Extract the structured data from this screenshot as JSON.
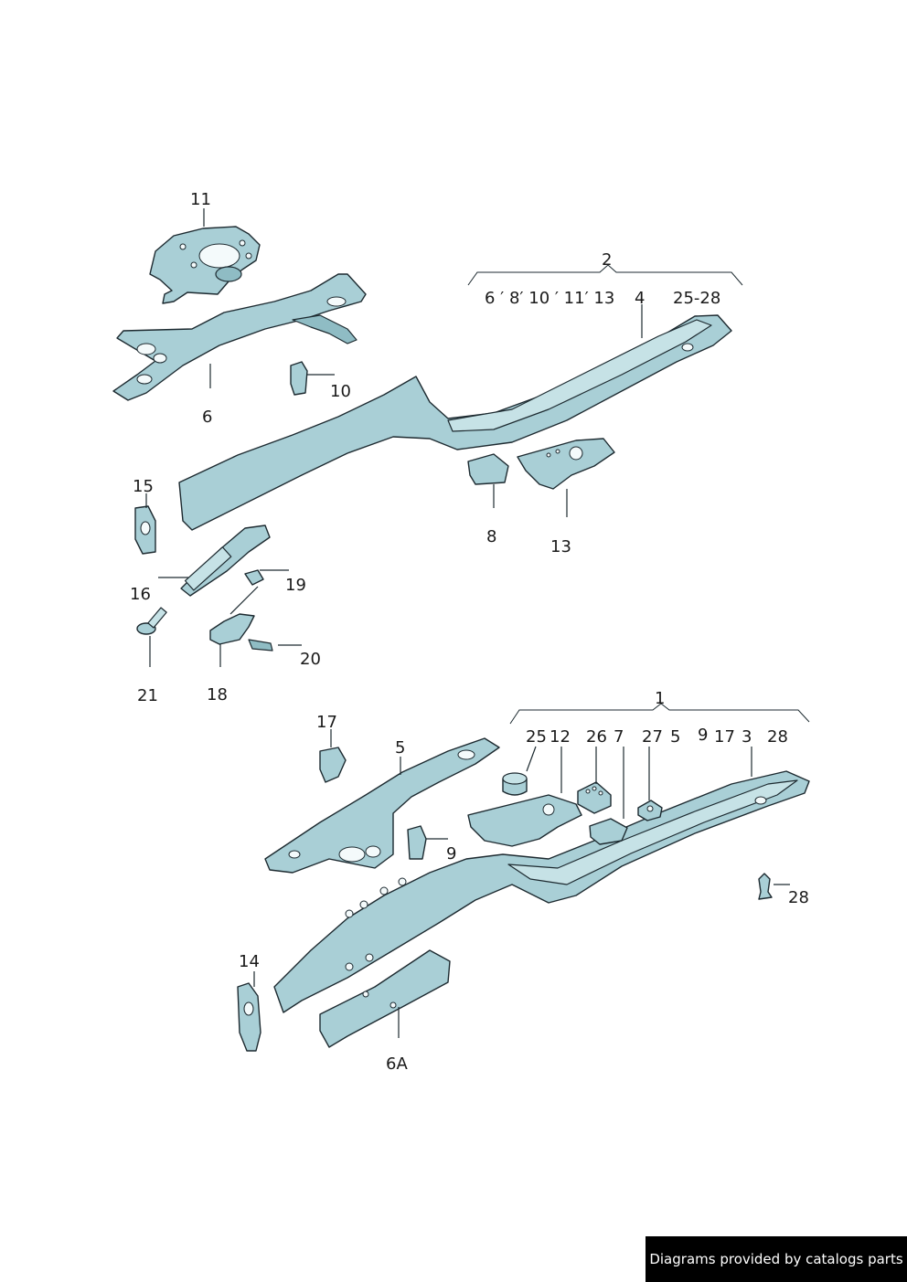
{
  "labels": {
    "l11": "11",
    "l6": "6",
    "l10": "10",
    "l2": "2",
    "l2_sub_a": "6 ′ 8′ 10 ′ 11′ 13",
    "l2_sub_b": "4",
    "l2_sub_c": "25-28",
    "l15": "15",
    "l16": "16",
    "l19": "19",
    "l8": "8",
    "l13": "13",
    "l21": "21",
    "l18": "18",
    "l20": "20",
    "l1": "1",
    "l17": "17",
    "l5": "5",
    "l1_sub_25": "25",
    "l1_sub_12": "12",
    "l1_sub_26": "26",
    "l1_sub_7": "7",
    "l1_sub_27": "27",
    "l1_sub_5": "5",
    "l1_sub_9": "9",
    "l1_sub_17": "17",
    "l1_sub_3": "3",
    "l1_sub_28": "28",
    "l9": "9",
    "l28": "28",
    "l14": "14",
    "l6a": "6A"
  },
  "footer": {
    "text": "Diagrams provided by catalogs parts"
  },
  "colors": {
    "part_fill": "#a9cfd6",
    "outline": "#1d2a30",
    "footer_bg": "#000000"
  }
}
